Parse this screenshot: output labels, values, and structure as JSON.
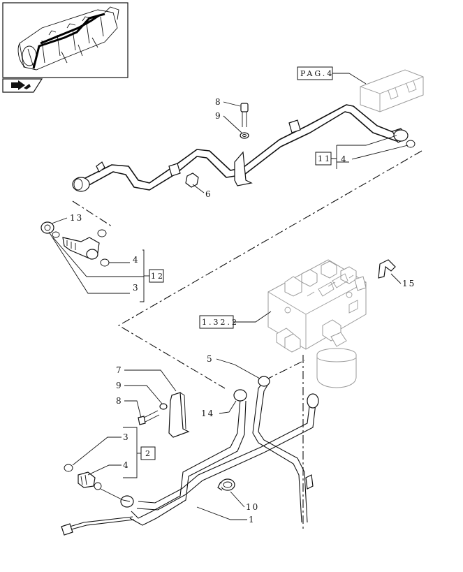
{
  "labels": {
    "pag4": "PAG.4",
    "l11": "11",
    "l4a": "4",
    "l8a": "8",
    "l9a": "9",
    "l6": "6",
    "l13": "13",
    "l4b": "4",
    "l12": "12",
    "l3a": "3",
    "l15": "15",
    "l1322": "1.32.2",
    "l5": "5",
    "l14": "14",
    "l7": "7",
    "l9b": "9",
    "l8b": "8",
    "l3b": "3",
    "l2": "2",
    "l4c": "4",
    "l10": "10",
    "l1": "1"
  },
  "icons": {
    "nav": "arrow-next-page-icon"
  }
}
